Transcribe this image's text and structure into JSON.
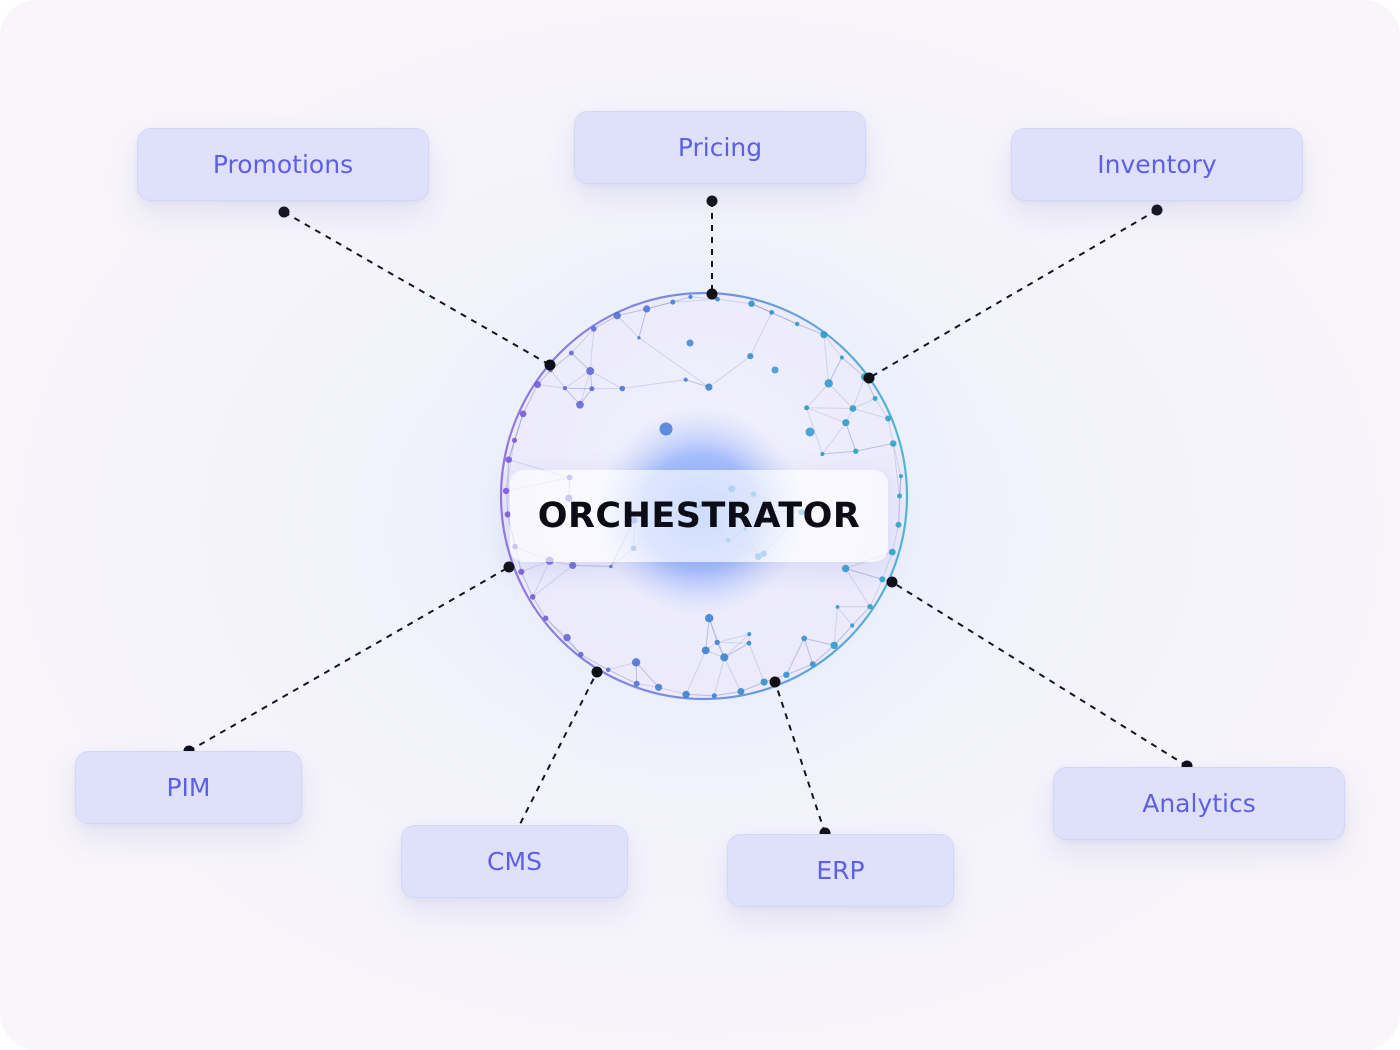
{
  "hub": {
    "label": "ORCHESTRATOR"
  },
  "nodes": [
    {
      "id": "promotions",
      "label": "Promotions"
    },
    {
      "id": "pricing",
      "label": "Pricing"
    },
    {
      "id": "inventory",
      "label": "Inventory"
    },
    {
      "id": "pim",
      "label": "PIM"
    },
    {
      "id": "cms",
      "label": "CMS"
    },
    {
      "id": "erp",
      "label": "ERP"
    },
    {
      "id": "analytics",
      "label": "Analytics"
    }
  ],
  "colors": {
    "node_fill": "#dfe1fb",
    "node_text": "#5e5fe4",
    "hub_text": "#0c0c16",
    "connector": "#15151f",
    "sphere_violet": "#7a4fd6",
    "sphere_blue": "#2f7fd0",
    "sphere_teal": "#22a3c4"
  }
}
